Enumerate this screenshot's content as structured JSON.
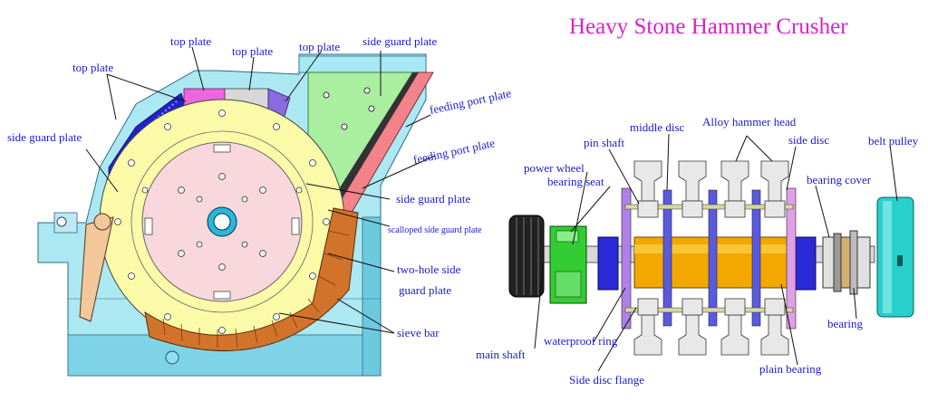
{
  "title": "Heavy Stone Hammer Crusher",
  "colors": {
    "title": "#e020c8",
    "labels": "#1a1ad6",
    "frame": "#8fe0ee",
    "rotor_disc": "#fafaa8",
    "center_disc": "#f8d8dc",
    "sieve": "#d2732c",
    "feed_plate": "#f4828a",
    "guard_green": "#aaeea0",
    "shaft": "#f2a800",
    "pulley": "#28d0cc",
    "power_wheel": "#222222",
    "bearing_seat": "#33cc33",
    "side_disc": "#6a5acd"
  },
  "crusher_labels": {
    "top_plate_1": "top plate",
    "top_plate_2": "top plate",
    "top_plate_3": "top plate",
    "top_plate_4": "top plate",
    "side_guard_plate_top": "side guard plate",
    "feeding_port_plate_1": "feeding port plate",
    "feeding_port_plate_2": "feeding port plate",
    "side_guard_plate_left": "side guard plate",
    "side_guard_plate_right": "side guard plate",
    "scalloped_side_guard_plate": "scalloped side guard plate",
    "two_hole_line1": "two-hole side",
    "two_hole_line2": "guard plate",
    "sieve_bar": "sieve bar"
  },
  "rotor_labels": {
    "power_wheel": "power wheel",
    "bearing_seat": "bearing seat",
    "pin_shaft": "pin shaft",
    "middle_disc": "middle disc",
    "alloy_hammer_head": "Alloy hammer head",
    "side_disc": "side disc",
    "belt_pulley": "belt pulley",
    "bearing_cover": "bearing cover",
    "bearing": "bearing",
    "main_shaft": "main shaft",
    "waterproof_ring": "waterproof ring",
    "side_disc_flange": "Side disc flange",
    "plain_bearing": "plain bearing"
  }
}
